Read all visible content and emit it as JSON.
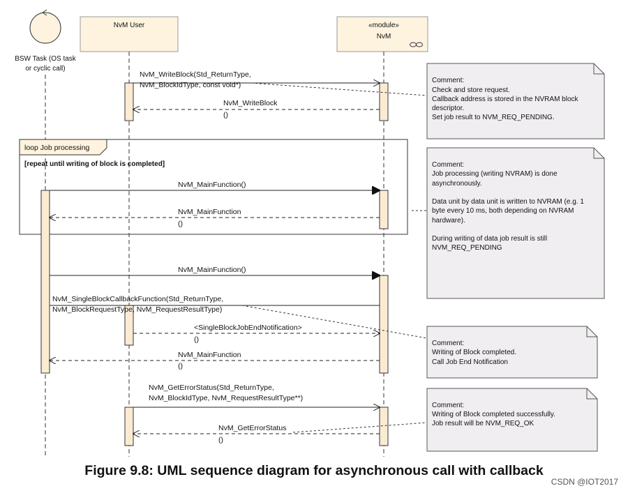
{
  "lifelines": {
    "bsw_task": "BSW Task (OS task or cyclic call)",
    "bsw_task_line1": "BSW Task (OS task",
    "bsw_task_line2": "or cyclic call)",
    "nvm_user": "NvM User",
    "nvm_stereotype": "«module»",
    "nvm": "NvM"
  },
  "messages": {
    "write_block_l1": "NvM_WriteBlock(Std_ReturnType,",
    "write_block_l2": "NvM_BlockIdType, const void*)",
    "write_block_ret": "NvM_WriteBlock",
    "main_function_1": "NvM_MainFunction()",
    "main_function_ret_1": "NvM_MainFunction",
    "main_function_2": "NvM_MainFunction()",
    "callback_l1": "NvM_SingleBlockCallbackFunction(Std_ReturnType,",
    "callback_l2": "NvM_BlockRequestType, NvM_RequestResultType)",
    "job_end_notification": "<SingleBlockJobEndNotification>",
    "main_function_ret_2": "NvM_MainFunction",
    "get_error_status_l1": "NvM_GetErrorStatus(Std_ReturnType,",
    "get_error_status_l2": "NvM_BlockIdType, NvM_RequestResultType**)",
    "get_error_status_ret": "NvM_GetErrorStatus",
    "ret_paren": "()"
  },
  "fragment": {
    "label": "loop Job processing",
    "guard": "[repeat until writing of block is completed]"
  },
  "comments": [
    {
      "lines": [
        "Comment:",
        "Check and store request.",
        "Callback address is stored in the NVRAM block",
        "descriptor.",
        "Set job result to NVM_REQ_PENDING."
      ]
    },
    {
      "lines": [
        "Comment:",
        "Job processing (writing NVRAM) is done",
        "asynchronously.",
        "",
        "Data unit by data unit is written to NVRAM (e.g. 1",
        "byte every 10 ms, both depending on  NVRAM",
        "hardware).",
        "",
        "During writing of data job result is still",
        "NVM_REQ_PENDING"
      ]
    },
    {
      "lines": [
        "Comment:",
        "Writing of Block completed.",
        "Call Job End Notification"
      ]
    },
    {
      "lines": [
        "Comment:",
        "Writing of Block completed successfully.",
        "Job result will be NVM_REQ_OK"
      ]
    }
  ],
  "caption": "Figure 9.8: UML sequence diagram for asynchronous call with callback",
  "watermark": "CSDN @IOT2017",
  "colors": {
    "lifeline_head": "#fdf3de",
    "activation": "#fbebd3",
    "comment_fill": "#f1eef1",
    "line": "#222222"
  }
}
